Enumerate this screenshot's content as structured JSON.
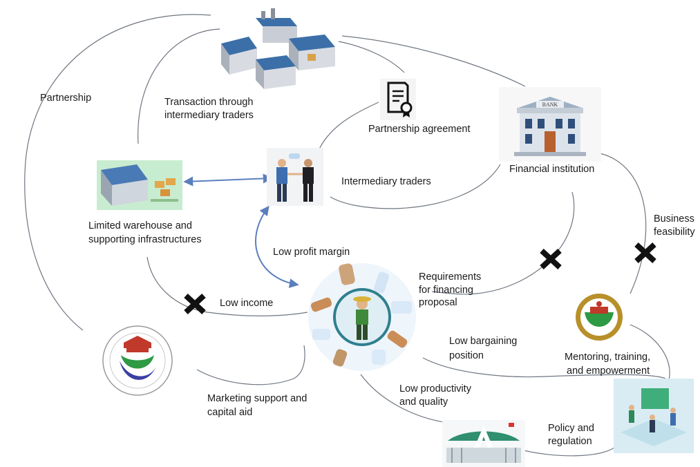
{
  "labels": {
    "partnership": "Partnership",
    "transaction_line1": "Transaction through",
    "transaction_line2": "intermediary traders",
    "partnership_agreement": "Partnership agreement",
    "financial_institution": "Financial institution",
    "intermediary_traders": "Intermediary traders",
    "warehouse_line1": "Limited warehouse and",
    "warehouse_line2": "supporting infrastructures",
    "low_profit_margin": "Low profit margin",
    "requirements_line1": "Requirements",
    "requirements_line2": "for financing",
    "requirements_line3": "proposal",
    "business_line1": "Business",
    "business_line2": "feasibility",
    "low_income": "Low income",
    "low_bargaining_line1": "Low bargaining",
    "low_bargaining_line2": "position",
    "mentoring_line1": "Mentoring, training,",
    "mentoring_line2": "and empowerment",
    "marketing_line1": "Marketing support and",
    "marketing_line2": "capital aid",
    "low_productivity_line1": "Low productivity",
    "low_productivity_line2": "and quality",
    "policy_line1": "Policy and",
    "policy_line2": "regulation",
    "bank_sign": "BANK"
  },
  "colors": {
    "connector": "#6e7680",
    "arrow": "#5b7fbd",
    "blocked_marker": "#111111",
    "warehouse_roof": "#3c6fa8",
    "farmer_ring": "#2f7f8f"
  },
  "icons": {
    "warehouses": "industrial-warehouses-icon",
    "document": "partnership-document-icon",
    "bank": "bank-building-icon",
    "handshake": "traders-handshake-icon",
    "warehouse": "limited-warehouse-icon",
    "farmer": "farmer-products-icon",
    "ministry_logo": "village-ministry-logo",
    "regional_logo": "regional-government-logo",
    "meeting": "policy-meeting-icon",
    "government_building": "government-building-icon",
    "blocked": "cross-mark-icon"
  }
}
